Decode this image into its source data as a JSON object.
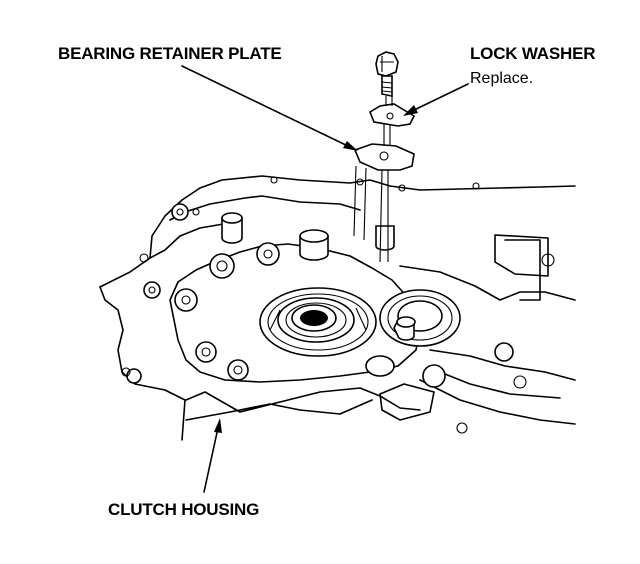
{
  "labels": {
    "bearing_retainer_plate": "BEARING RETAINER PLATE",
    "lock_washer": "LOCK WASHER",
    "lock_washer_note": "Replace.",
    "clutch_housing": "CLUTCH HOUSING"
  },
  "colors": {
    "ink": "#000000",
    "paper": "#ffffff"
  }
}
